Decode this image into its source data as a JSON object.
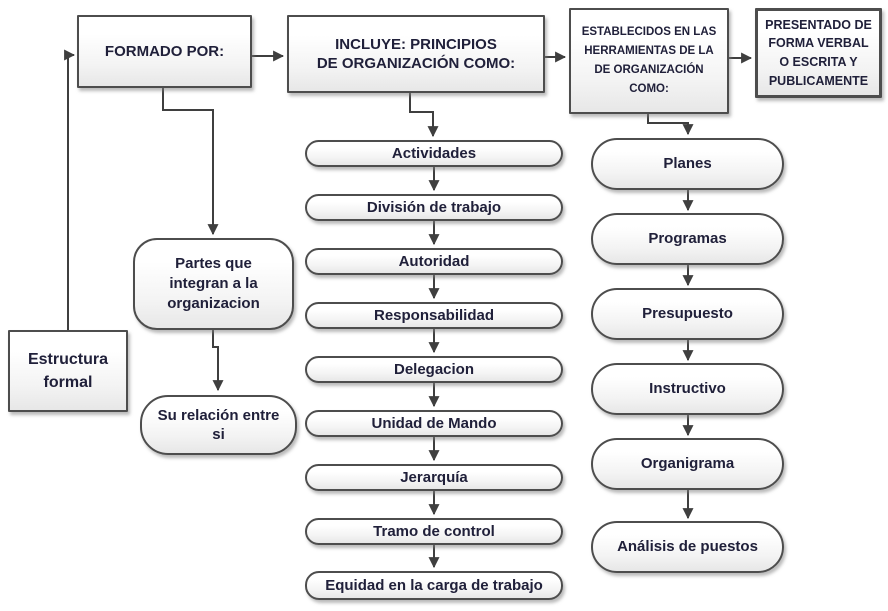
{
  "diagram": {
    "title_note": "Estructura formal - mapa conceptual",
    "top_boxes": {
      "formado": "FORMADO POR:",
      "incluye": "INCLUYE: PRINCIPIOS\nDE ORGANIZACIÓN COMO:",
      "establecidos": "ESTABLECIDOS EN LAS\nHERRAMIENTAS DE LA\nDE ORGANIZACIÓN\nCOMO:",
      "presentado": "PRESENTADO DE\nFORMA VERBAL\nO ESCRITA Y\nPUBLICAMENTE"
    },
    "left_branch": {
      "estructura": "Estructura\nformal",
      "partes": "Partes que\nintegran a la\norganizacion",
      "relacion": "Su relación entre\nsi"
    },
    "principios": [
      "Actividades",
      "División de trabajo",
      "Autoridad",
      "Responsabilidad",
      "Delegacion",
      "Unidad de Mando",
      "Jerarquía",
      "Tramo de control",
      "Equidad en la carga de trabajo"
    ],
    "herramientas": [
      "Planes",
      "Programas",
      "Presupuesto",
      "Instructivo",
      "Organigrama",
      "Análisis de puestos"
    ],
    "edges": [
      "estructura -> formado",
      "formado -> incluye",
      "incluye -> establecidos",
      "establecidos -> presentado",
      "formado -> partes",
      "partes -> relacion",
      "incluye -> principios chain (Actividades ... Equidad en la carga de trabajo)",
      "establecidos -> herramientas chain (Planes ... Análisis de puestos)"
    ],
    "colors": {
      "node_border": "#4d4d4d",
      "node_fill_top": "#ffffff",
      "node_fill_bottom": "#e7e7e7",
      "text": "#20203a",
      "arrow": "#3f3f3f",
      "background": "#ffffff"
    }
  }
}
